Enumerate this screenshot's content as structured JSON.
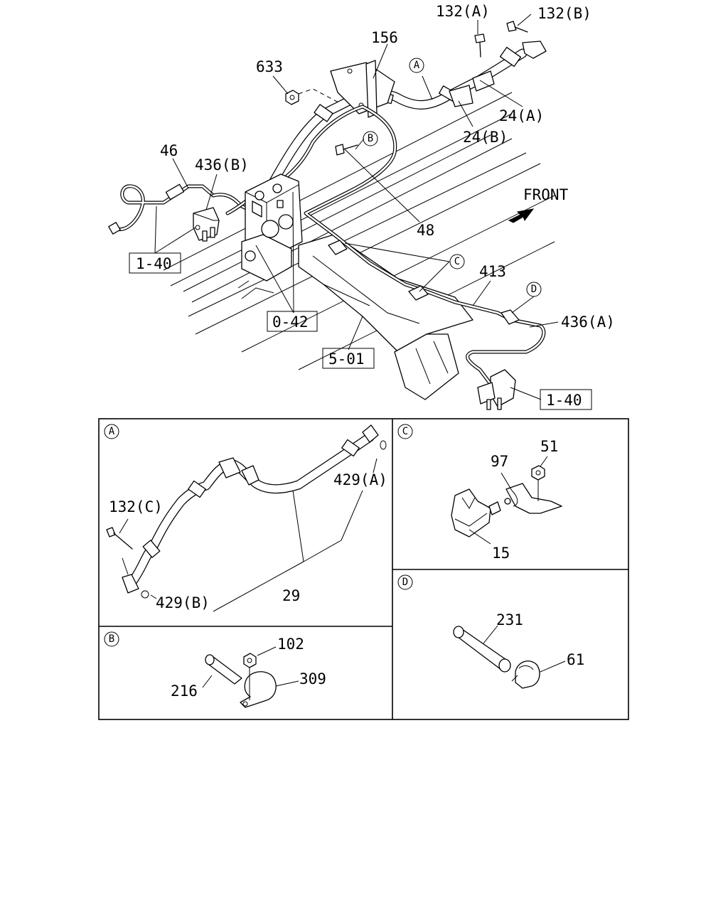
{
  "front_label": "FRONT",
  "callouts": {
    "c132a": "132(A)",
    "c132b": "132(B)",
    "c156": "156",
    "c633": "633",
    "cA": "A",
    "c24a": "24(A)",
    "c24b": "24(B)",
    "cB": "B",
    "c46": "46",
    "c436b": "436(B)",
    "c48": "48",
    "c140a": "1-40",
    "cC": "C",
    "c413": "413",
    "cD": "D",
    "c436a": "436(A)",
    "c042": "0-42",
    "c501": "5-01",
    "c140b": "1-40"
  },
  "detail_A": {
    "tag": "A",
    "c132c": "132(C)",
    "c429a": "429(A)",
    "c429b": "429(B)",
    "c29": "29"
  },
  "detail_B": {
    "tag": "B",
    "c102": "102",
    "c216": "216",
    "c309": "309"
  },
  "detail_C": {
    "tag": "C",
    "c97": "97",
    "c51": "51",
    "c15": "15"
  },
  "detail_D": {
    "tag": "D",
    "c231": "231",
    "c61": "61"
  }
}
